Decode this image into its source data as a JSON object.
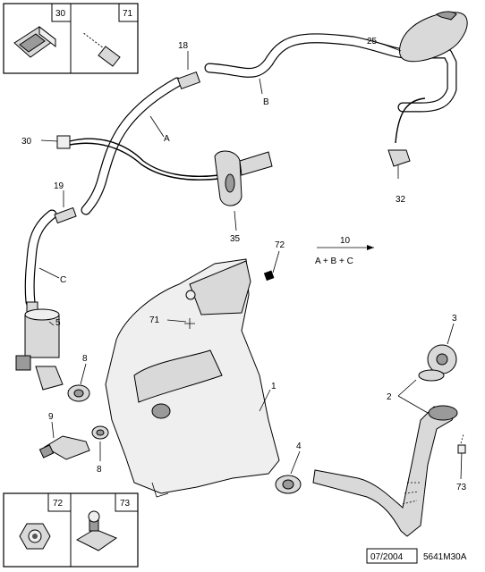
{
  "callouts": {
    "c1": "1",
    "c2": "2",
    "c3": "3",
    "c4": "4",
    "c5": "5",
    "c8a": "8",
    "c8b": "8",
    "c9": "9",
    "c18": "18",
    "c19": "19",
    "c25": "25",
    "c30": "30",
    "c32": "32",
    "c35": "35",
    "c71": "71",
    "c72": "72",
    "c73": "73"
  },
  "hose_labels": {
    "a": "A",
    "b": "B",
    "c": "C"
  },
  "formula": {
    "ref": "10",
    "expr": "A + B + C"
  },
  "inset_boxes": {
    "top_left": "30",
    "top_right": "71",
    "bottom_left": "72",
    "bottom_right": "73"
  },
  "footer": {
    "date": "07/2004",
    "code": "5641M30A"
  }
}
